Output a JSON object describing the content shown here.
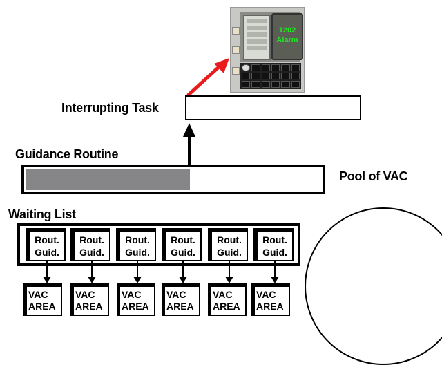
{
  "dsky": {
    "display_line1": "1202",
    "display_line2": "Alarm",
    "alarm_color": "#22e622"
  },
  "labels": {
    "interrupting_task": "Interrupting Task",
    "guidance_routine": "Guidance Routine",
    "pool_of_vac": "Pool of VAC",
    "waiting_list": "Waiting List"
  },
  "guidance_routine": {
    "progress_fraction": 0.55,
    "fill_color": "#868689"
  },
  "arrows": {
    "alarm_arrow_color": "#e81c1c"
  },
  "waiting_list": {
    "items": [
      {
        "line1": "Rout.",
        "line2": "Guid."
      },
      {
        "line1": "Rout.",
        "line2": "Guid."
      },
      {
        "line1": "Rout.",
        "line2": "Guid."
      },
      {
        "line1": "Rout.",
        "line2": "Guid."
      },
      {
        "line1": "Rout.",
        "line2": "Guid."
      },
      {
        "line1": "Rout.",
        "line2": "Guid."
      }
    ]
  },
  "vac_areas": {
    "items": [
      {
        "line1": "VAC",
        "line2": "AREA"
      },
      {
        "line1": "VAC",
        "line2": "AREA"
      },
      {
        "line1": "VAC",
        "line2": "AREA"
      },
      {
        "line1": "VAC",
        "line2": "AREA"
      },
      {
        "line1": "VAC",
        "line2": "AREA"
      },
      {
        "line1": "VAC",
        "line2": "AREA"
      }
    ]
  }
}
